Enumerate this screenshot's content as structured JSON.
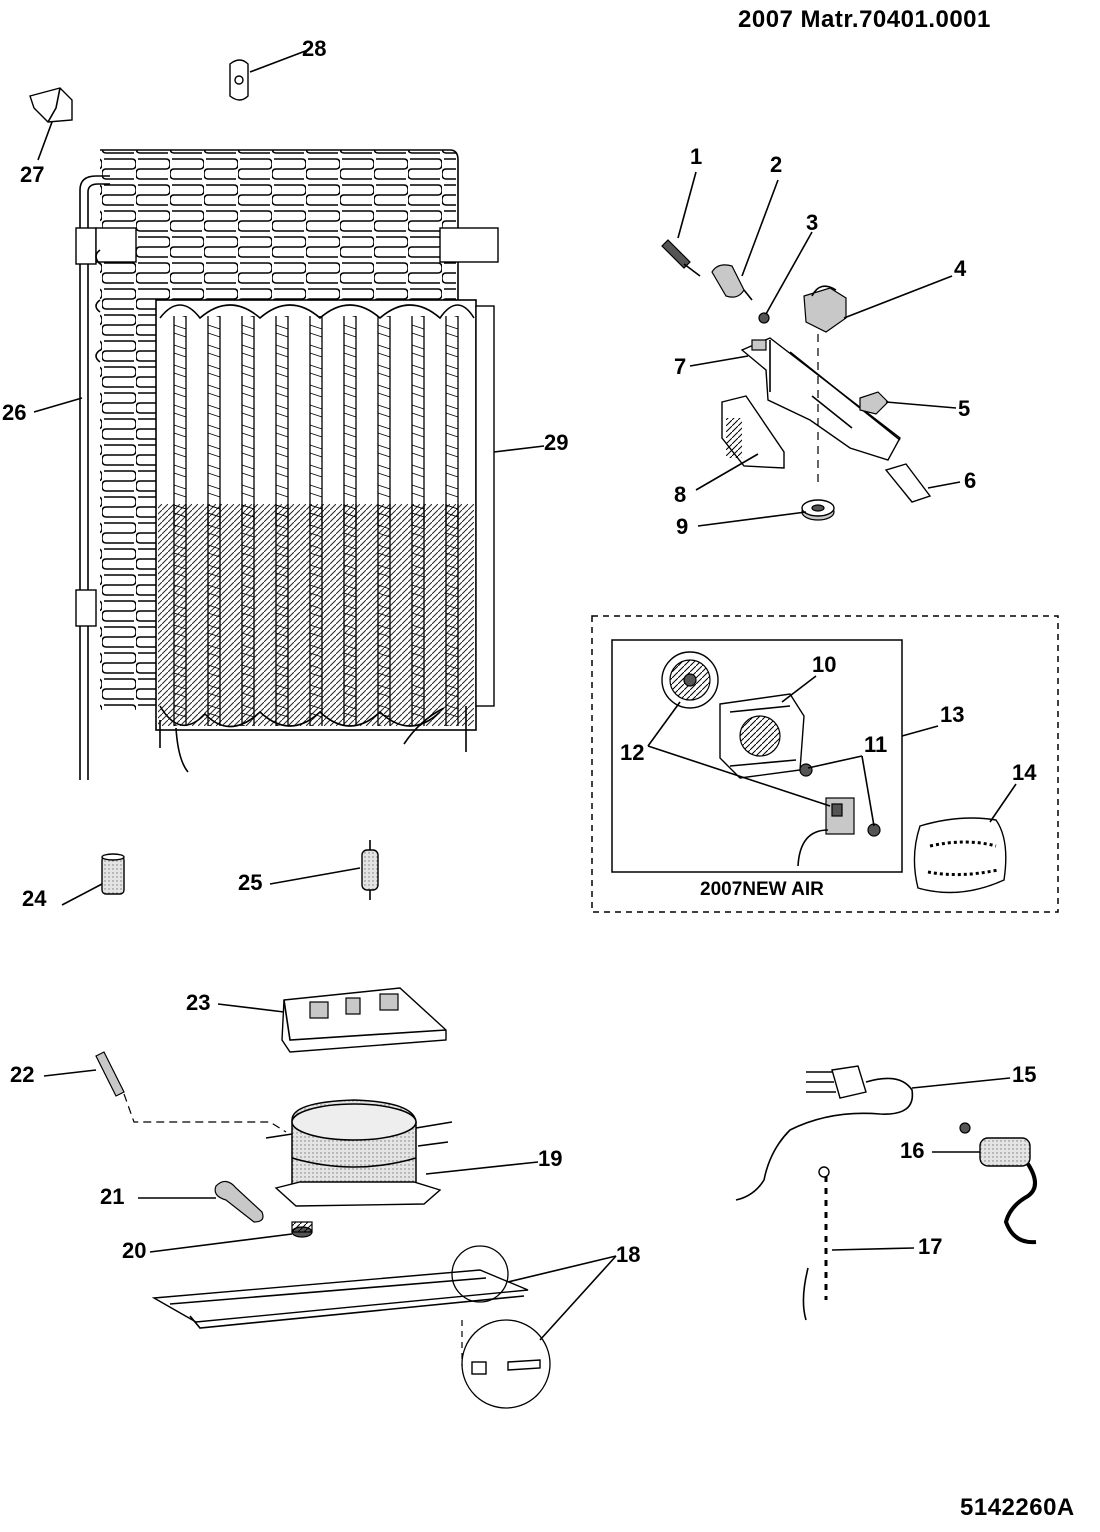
{
  "header": {
    "code": "2007  Matr.70401.0001"
  },
  "footer": {
    "code": "5142260A"
  },
  "kit": {
    "caption": "2007NEW AIR"
  },
  "callouts": {
    "c1": "1",
    "c2": "2",
    "c3": "3",
    "c4": "4",
    "c5": "5",
    "c6": "6",
    "c7": "7",
    "c8": "8",
    "c9": "9",
    "c10": "10",
    "c11": "11",
    "c12": "12",
    "c13": "13",
    "c14": "14",
    "c15": "15",
    "c16": "16",
    "c17": "17",
    "c18": "18",
    "c19": "19",
    "c20": "20",
    "c21": "21",
    "c22": "22",
    "c23": "23",
    "c24": "24",
    "c25": "25",
    "c26": "26",
    "c27": "27",
    "c28": "28",
    "c29": "29"
  }
}
